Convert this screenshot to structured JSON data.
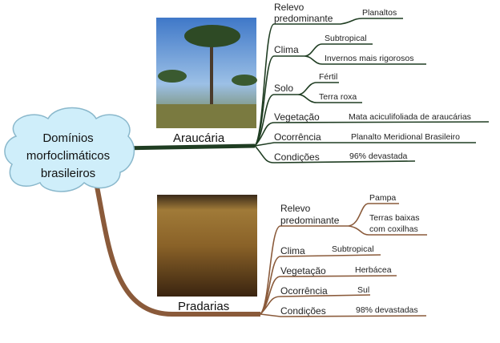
{
  "center": {
    "lines": [
      "Domínios",
      "morfoclimáticos",
      "brasileiros"
    ]
  },
  "colors": {
    "araucaria": "#1f3d22",
    "pradarias": "#8a5a3a",
    "cloud": "#cfeefa"
  },
  "araucaria": {
    "title": "Araucária",
    "relevo": [
      "Relevo",
      "predominante"
    ],
    "relevo_v": "Planaltos",
    "clima": "Clima",
    "clima_v1": "Subtropical",
    "clima_v2": "Invernos mais rigorosos",
    "solo": "Solo",
    "solo_v1": "Fértil",
    "solo_v2": "Terra roxa",
    "vegetacao": "Vegetação",
    "vegetacao_v": "Mata aciculifoliada de araucárias",
    "ocorrencia": "Ocorrência",
    "ocorrencia_v": "Planalto Meridional Brasileiro",
    "condicoes": "Condições",
    "condicoes_v": "96% devastada"
  },
  "pradarias": {
    "title": "Pradarias",
    "relevo": [
      "Relevo",
      "predominante"
    ],
    "relevo_v1": "Pampa",
    "relevo_v2": [
      "Terras baixas",
      "com coxilhas"
    ],
    "clima": "Clima",
    "clima_v": "Subtropical",
    "vegetacao": "Vegetação",
    "vegetacao_v": "Herbácea",
    "ocorrencia": "Ocorrência",
    "ocorrencia_v": "Sul",
    "condicoes": "Condições",
    "condicoes_v": "98% devastadas"
  }
}
